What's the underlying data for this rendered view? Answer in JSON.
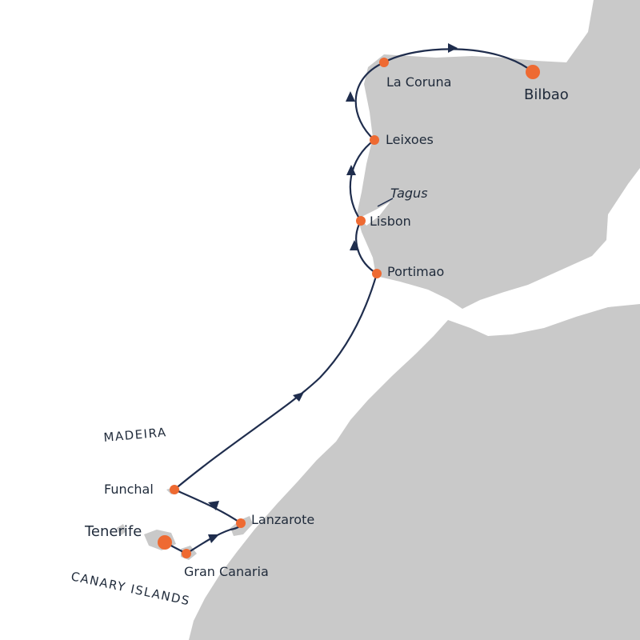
{
  "map": {
    "colors": {
      "sea": "#ffffff",
      "land": "#c9c9c9",
      "route": "#1f2d4d",
      "port": "#ee6a32",
      "text": "#1f2a3a"
    },
    "ports": [
      {
        "id": "bilbao",
        "name": "Bilbao",
        "major": true
      },
      {
        "id": "la-coruna",
        "name": "La Coruna",
        "major": false
      },
      {
        "id": "leixoes",
        "name": "Leixoes",
        "major": false
      },
      {
        "id": "lisbon",
        "name": "Lisbon",
        "major": false
      },
      {
        "id": "portimao",
        "name": "Portimao",
        "major": false
      },
      {
        "id": "funchal",
        "name": "Funchal",
        "major": false
      },
      {
        "id": "lanzarote",
        "name": "Lanzarote",
        "major": false
      },
      {
        "id": "tenerife",
        "name": "Tenerife",
        "major": true
      },
      {
        "id": "gran-canaria",
        "name": "Gran Canaria",
        "major": false
      }
    ],
    "regions": {
      "madeira": "MADEIRA",
      "canary_islands": "CANARY ISLANDS"
    },
    "river": "Tagus"
  }
}
